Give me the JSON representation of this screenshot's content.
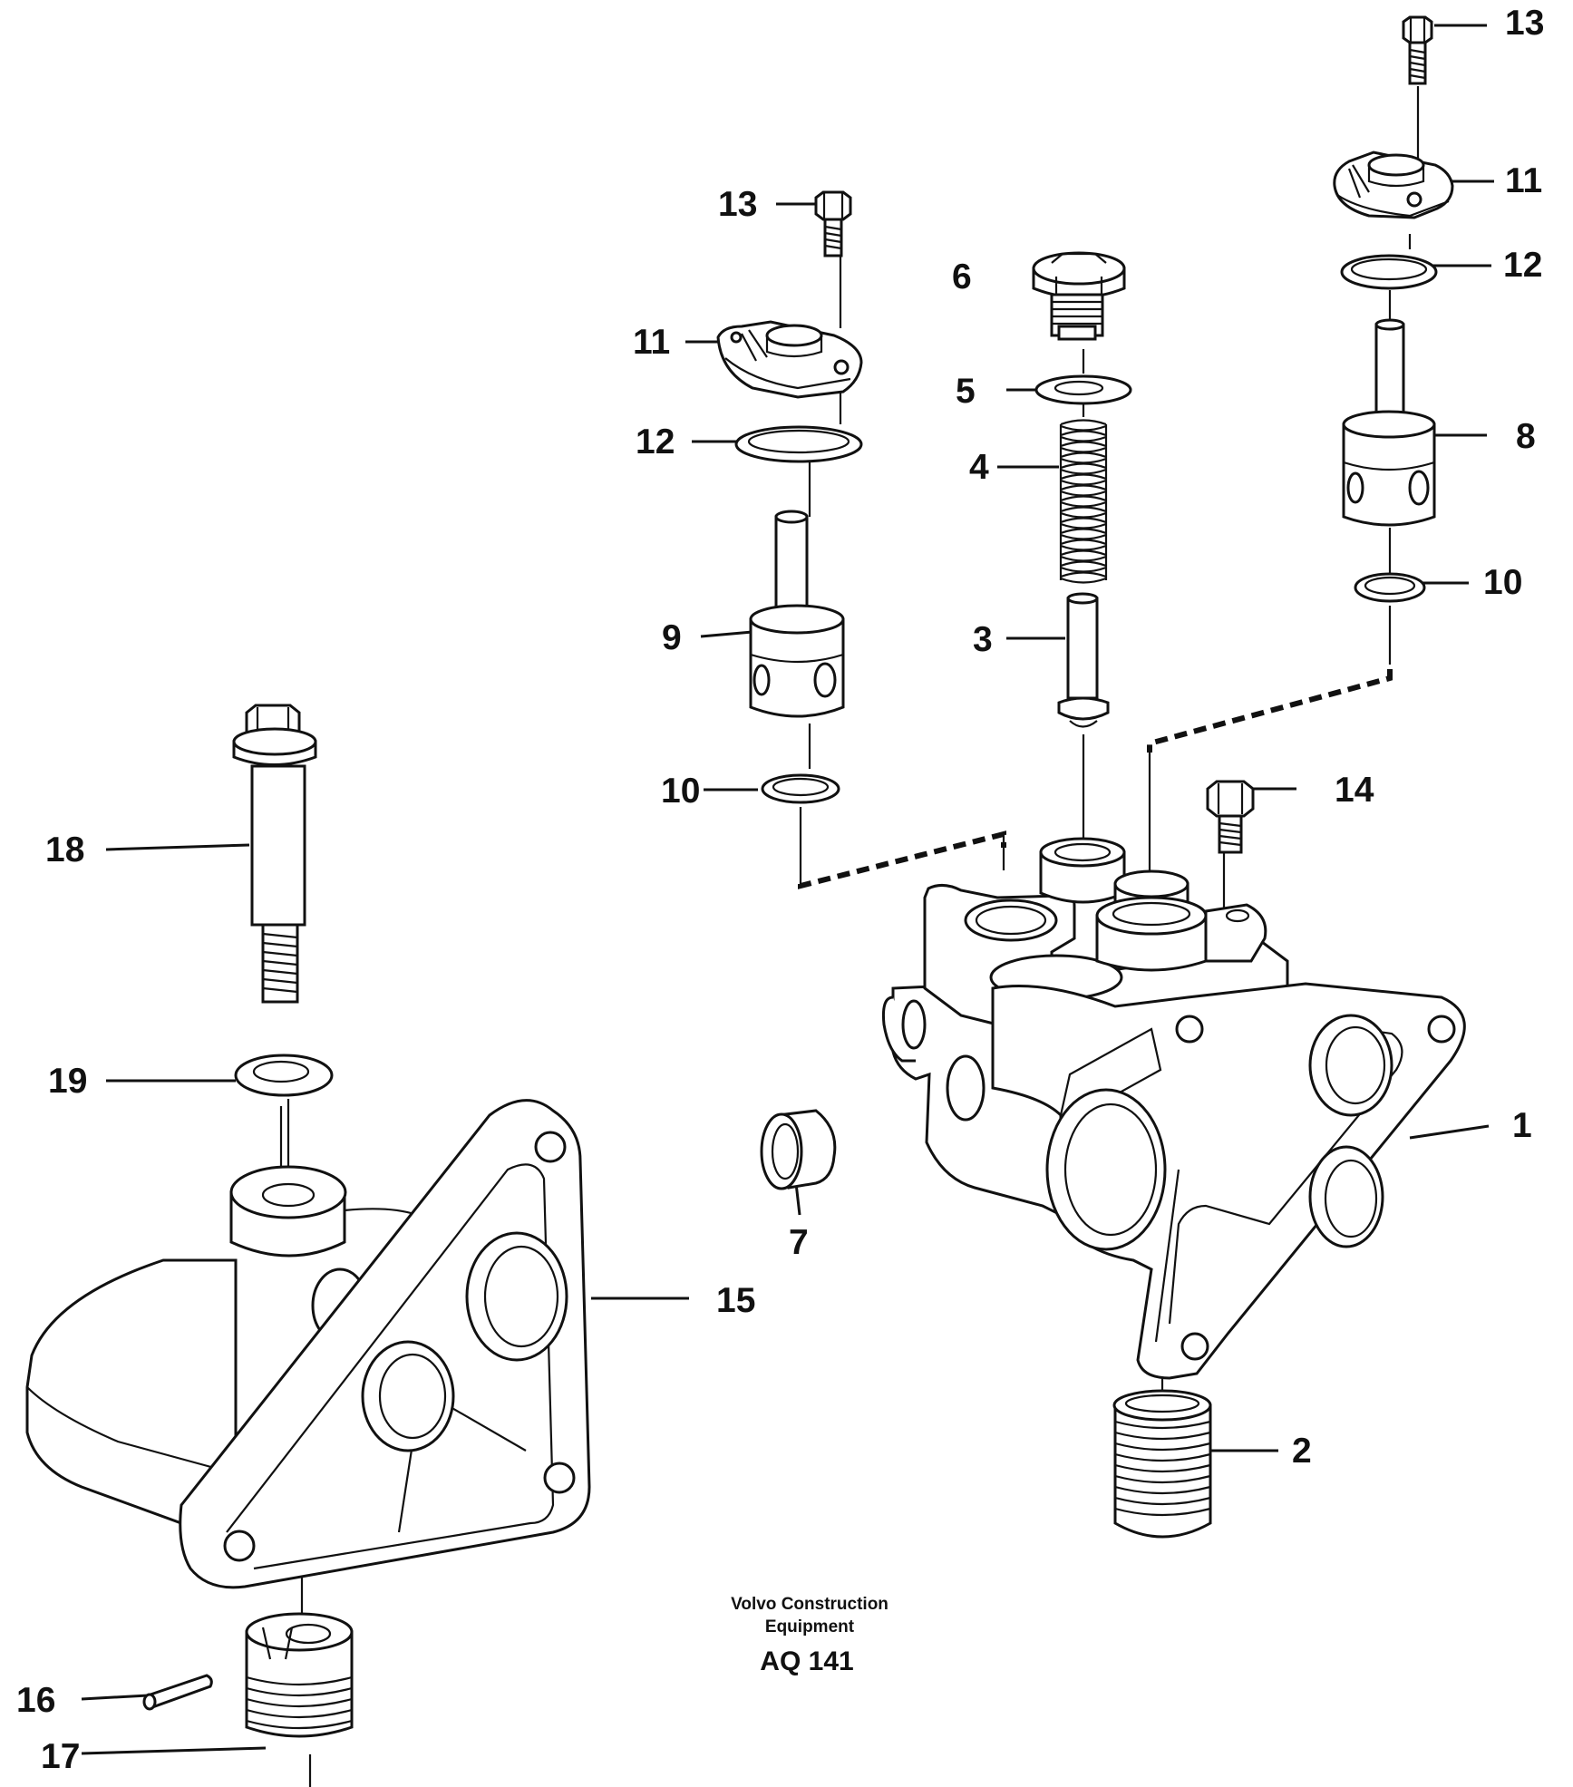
{
  "diagram": {
    "callouts": {
      "c1": "1",
      "c2": "2",
      "c3": "3",
      "c4": "4",
      "c5": "5",
      "c6": "6",
      "c7": "7",
      "c8": "8",
      "c9": "9",
      "c10a": "10",
      "c10b": "10",
      "c11a": "11",
      "c11b": "11",
      "c12a": "12",
      "c12b": "12",
      "c13a": "13",
      "c13b": "13",
      "c14": "14",
      "c15": "15",
      "c16": "16",
      "c17": "17",
      "c18": "18",
      "c19": "19"
    },
    "caption": {
      "line1": "Volvo Construction",
      "line2": "Equipment",
      "code": "AQ 141"
    }
  }
}
